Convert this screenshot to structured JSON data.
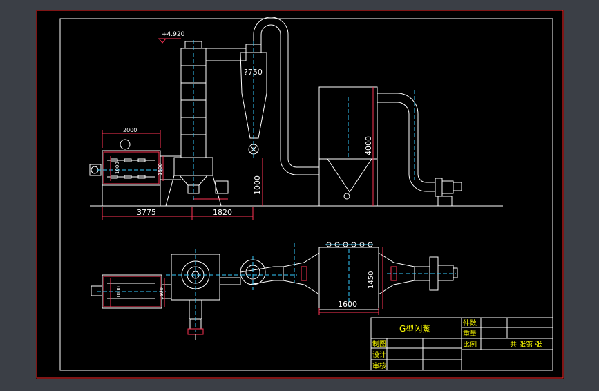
{
  "drawing": {
    "title": "G型闪蒸",
    "top_view": {
      "elevation_mark": "+4.920",
      "dim_dryer_length": "2000",
      "dim_left": "3775",
      "dim_right": "1820",
      "dim_height_feed": "1000",
      "dim_cyclone": "?750",
      "dim_filter_height": "4000",
      "dim_small_a": "1500",
      "dim_small_b": "1000"
    },
    "plan_view": {
      "dim_filter_width": "1600",
      "dim_filter_depth": "1450",
      "dim_small_a": "1500",
      "dim_small_b": "1000"
    },
    "title_block": {
      "label_material": "件数",
      "label_weight": "重量",
      "label_scale": "比例",
      "label_drawn": "制图",
      "label_design": "设计",
      "label_review": "审核",
      "sheet_info": "共 张第 张"
    }
  },
  "colors": {
    "background": "#000000",
    "frame": "#ffffff",
    "border_red": "#ff0000",
    "equipment": "#ffffff",
    "dimension": "#ff3355",
    "dim_text": "#ffffff",
    "centerline": "#33ccff",
    "tag_green": "#00ff00",
    "accent_yellow": "#ffff00"
  }
}
